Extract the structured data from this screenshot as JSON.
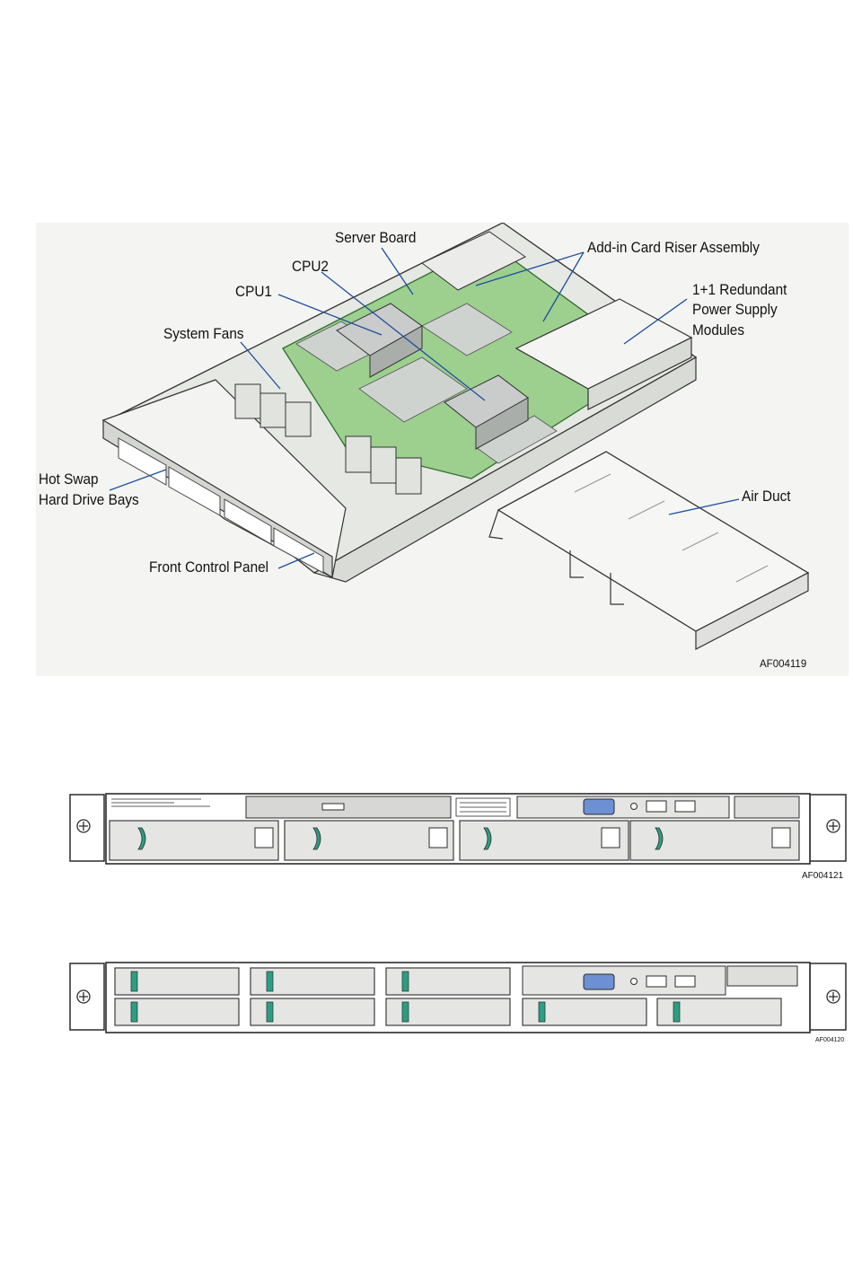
{
  "figure_1": {
    "callouts": {
      "server_board": "Server Board",
      "riser": "Add-in Card Riser Assembly",
      "cpu2": "CPU2",
      "cpu1": "CPU1",
      "psu": [
        "1+1 Redundant",
        "Power Supply",
        "Modules"
      ],
      "fans": "System Fans",
      "hdd": [
        "Hot Swap",
        "Hard Drive Bays"
      ],
      "air_duct": "Air Duct",
      "fcp": "Front Control Panel"
    },
    "figure_id": "AF004119"
  },
  "figure_2": {
    "figure_id": "AF004121",
    "drive_bays": 4
  },
  "figure_3": {
    "figure_id": "AF004120",
    "drive_bays": 8
  },
  "colors": {
    "board_green": "#9dcf8f",
    "drive_latch": "#2b9e84",
    "vga_blue": "#6d8fd3",
    "line": "#2b2b2b",
    "leader": "#1f4ea0"
  }
}
